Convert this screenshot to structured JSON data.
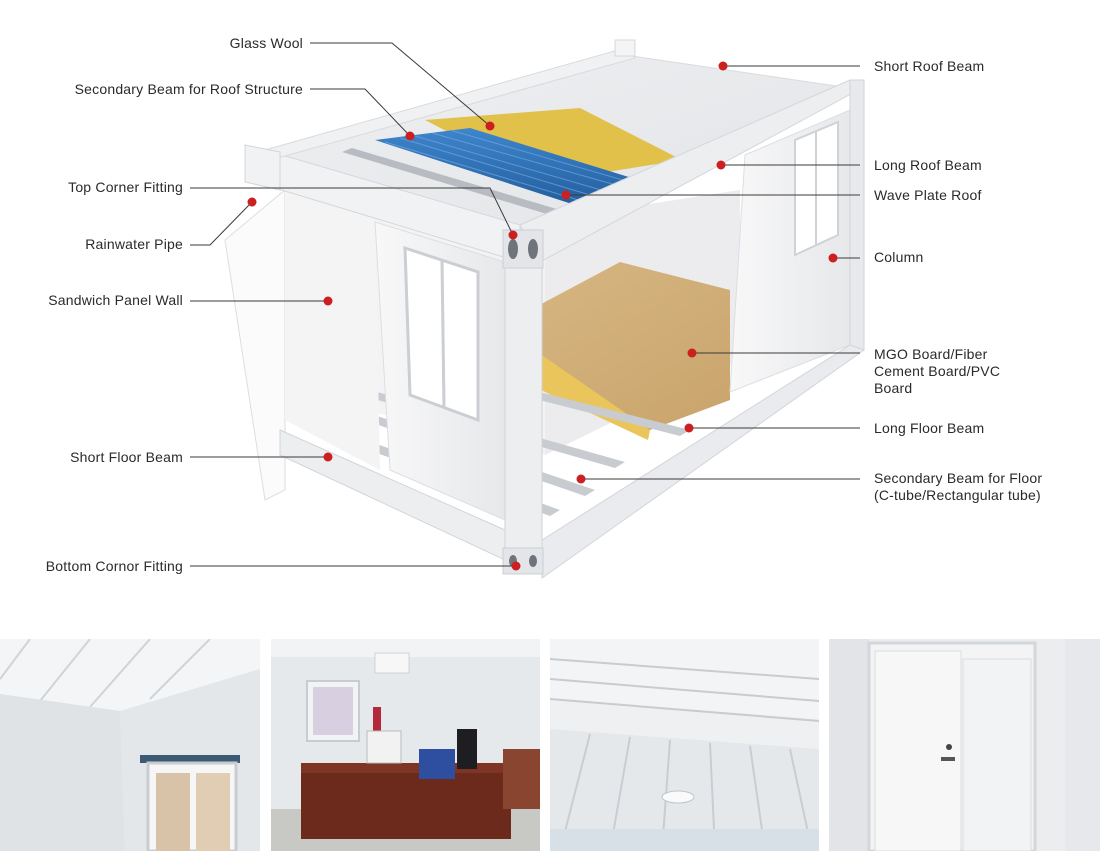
{
  "labels": {
    "glass_wool": "Glass Wool",
    "secondary_beam_roof": "Secondary Beam for Roof Structure",
    "top_corner_fitting": "Top Corner Fitting",
    "rainwater_pipe": "Rainwater Pipe",
    "sandwich_panel_wall": "Sandwich Panel Wall",
    "short_floor_beam": "Short Floor Beam",
    "bottom_corner_fitting": "Bottom Cornor Fitting",
    "short_roof_beam": "Short Roof Beam",
    "long_roof_beam": "Long Roof Beam",
    "wave_plate_roof": "Wave Plate Roof",
    "column": "Column",
    "mgo_board": [
      "MGO Board/Fiber",
      "Cement Board/PVC",
      "Board"
    ],
    "long_floor_beam": "Long Floor Beam",
    "secondary_beam_floor": [
      "Secondary Beam for Floor",
      "(C-tube/Rectangular tube)"
    ]
  },
  "colors": {
    "marker": "#cc1f1f",
    "leader_line": "#3a3a3a",
    "frame": "#f1f2f4",
    "glass_wool": "#e2c14a",
    "wave_plate": "#2f72b8",
    "floor_board": "#d6b27c"
  },
  "photos": [
    "interior-corner-window",
    "office-with-desk",
    "ceiling-with-light",
    "entry-door"
  ]
}
